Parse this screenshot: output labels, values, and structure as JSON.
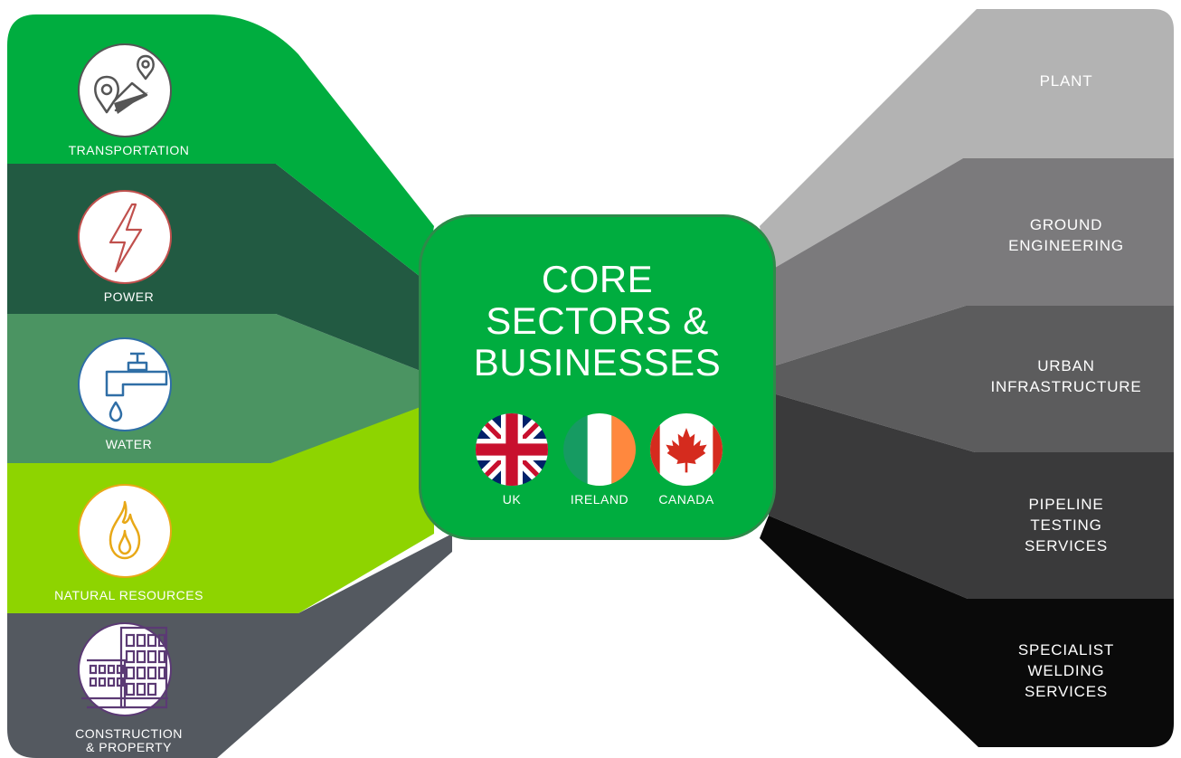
{
  "core": {
    "title_lines": [
      "CORE",
      "SECTORS &",
      "BUSINESSES"
    ],
    "countries": [
      {
        "label": "UK",
        "flag": "uk-flag"
      },
      {
        "label": "IRELAND",
        "flag": "ireland-flag"
      },
      {
        "label": "CANADA",
        "flag": "canada-flag"
      }
    ]
  },
  "sectors": [
    {
      "label": "TRANSPORTATION",
      "icon": "map-route-icon",
      "color": "#00ad3f",
      "icon_color": "#555555"
    },
    {
      "label": "POWER",
      "icon": "lightning-bolt-icon",
      "color": "#225a42",
      "icon_color": "#c0504d"
    },
    {
      "label": "WATER",
      "icon": "water-tap-icon",
      "color": "#4b9462",
      "icon_color": "#2f6ea6"
    },
    {
      "label": "NATURAL RESOURCES",
      "icon": "flame-icon",
      "color": "#8ed400",
      "icon_color": "#e8a817"
    },
    {
      "label_lines": [
        "CONSTRUCTION",
        "& PROPERTY"
      ],
      "icon": "building-icon",
      "color": "#545960",
      "icon_color": "#5b3a74"
    }
  ],
  "businesses": [
    {
      "label_lines": [
        "PLANT"
      ],
      "color": "#b3b3b3"
    },
    {
      "label_lines": [
        "GROUND",
        "ENGINEERING"
      ],
      "color": "#7b7a7c"
    },
    {
      "label_lines": [
        "URBAN",
        "INFRASTRUCTURE"
      ],
      "color": "#5c5c5d"
    },
    {
      "label_lines": [
        "PIPELINE",
        "TESTING",
        "SERVICES"
      ],
      "color": "#3a3a3b"
    },
    {
      "label_lines": [
        "SPECIALIST",
        "WELDING",
        "SERVICES"
      ],
      "color": "#0a0a0a"
    }
  ]
}
